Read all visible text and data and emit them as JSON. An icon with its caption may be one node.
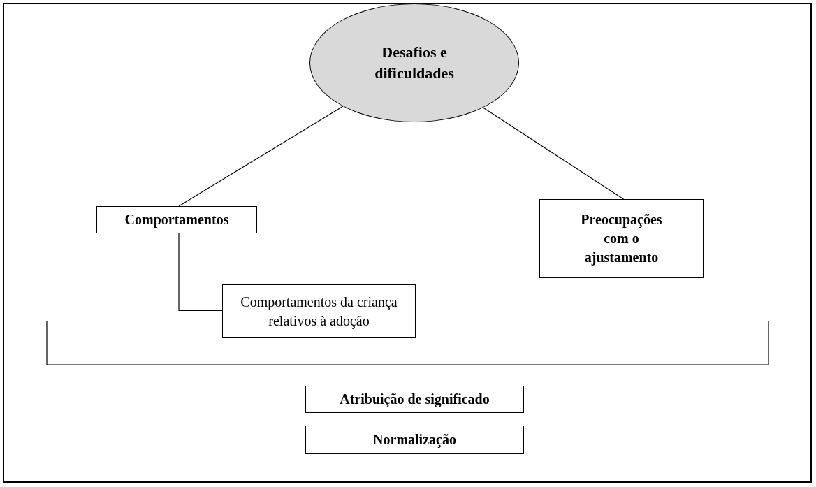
{
  "diagram": {
    "nodes": [
      {
        "text": [
          "Desafios e dificuldades"
        ]
      },
      {
        "text": [
          "Comportamentos"
        ]
      },
      {
        "text": [
          "Preocupações com o ajustamento"
        ]
      },
      {
        "text": [
          "Comportamentos da criança relativos à adoção"
        ]
      },
      {
        "text": [
          "Atribuição de significado"
        ]
      },
      {
        "text": [
          "Normalização"
        ]
      }
    ],
    "edges": [
      {
        "from": 0,
        "to": 1,
        "arrow": "none"
      },
      {
        "from": 0,
        "to": 2,
        "arrow": "none"
      },
      {
        "from": 1,
        "to": 3,
        "arrow": "none"
      }
    ]
  }
}
